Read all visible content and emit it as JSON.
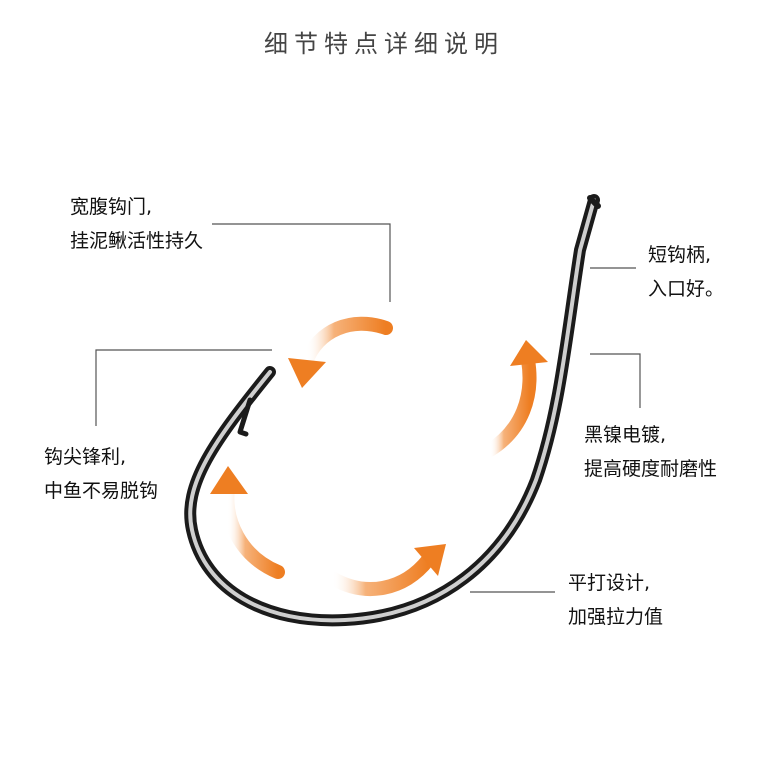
{
  "title": "细节特点详细说明",
  "callouts": {
    "wide_gape": {
      "line1": "宽腹钩门,",
      "line2": "挂泥鳅活性持久"
    },
    "point": {
      "line1": "钩尖锋利,",
      "line2": "中鱼不易脱钩"
    },
    "shank": {
      "line1": "短钩柄,",
      "line2": "入口好。"
    },
    "coating": {
      "line1": "黑镍电镀,",
      "line2": "提高硬度耐磨性"
    },
    "flat": {
      "line1": "平打设计,",
      "line2": "加强拉力值"
    }
  },
  "colors": {
    "arrow": "#f08a2e",
    "hook_outer": "#1b1b1b",
    "hook_inner": "#bdbdbd",
    "leader_line": "#555555"
  }
}
